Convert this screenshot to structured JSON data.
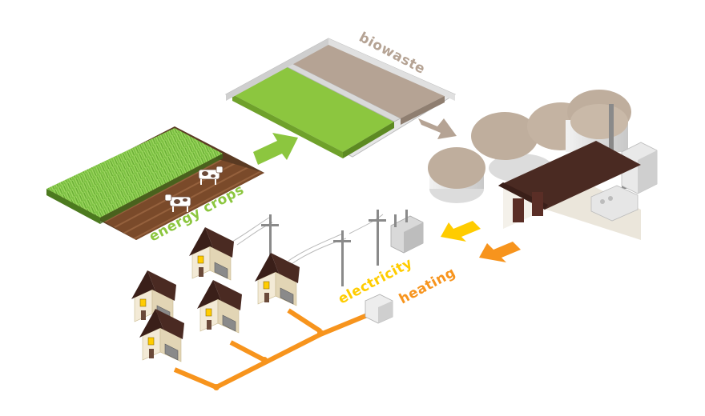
{
  "labels": {
    "biowaste": "biowaste",
    "energy_crops": "energy crops",
    "electricity": "electricity",
    "heating": "heating"
  },
  "colors": {
    "biowaste": "#b5a394",
    "energy_crops": "#8cc63f",
    "electricity": "#ffcc00",
    "heating": "#f7941d",
    "roof": "#4a2a22",
    "dome": "#bfae9d"
  }
}
